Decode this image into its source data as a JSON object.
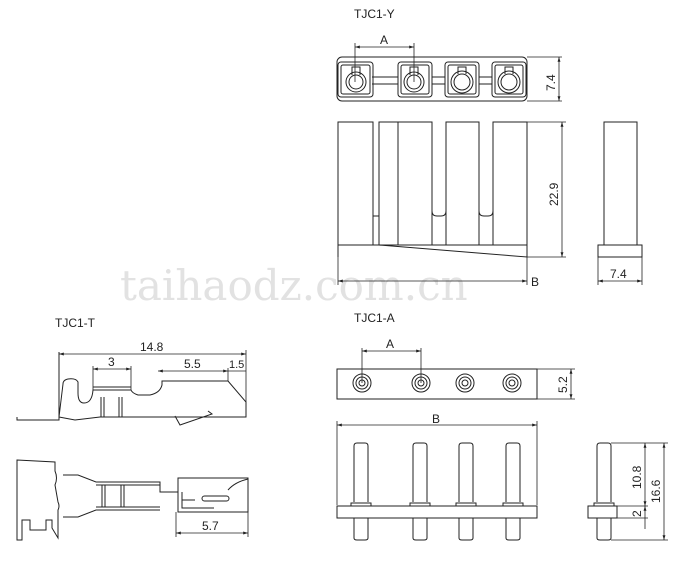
{
  "watermark": "taihaodz.com.cn",
  "tjc1_y": {
    "title": "TJC1-Y",
    "dim_a": "A",
    "dim_b": "B",
    "dim_top_height": "7.4",
    "dim_front_height": "22.9",
    "dim_side_width": "7.4"
  },
  "tjc1_t": {
    "title": "TJC1-T",
    "dim_total_length": "14.8",
    "dim_crimp": "3",
    "dim_contact": "5.5",
    "dim_tip": "1.5",
    "dim_bottom": "5.7"
  },
  "tjc1_a": {
    "title": "TJC1-A",
    "dim_a": "A",
    "dim_b": "B",
    "dim_top_height": "5.2",
    "dim_pin_upper": "10.8",
    "dim_base": "2",
    "dim_total_height": "16.6"
  }
}
